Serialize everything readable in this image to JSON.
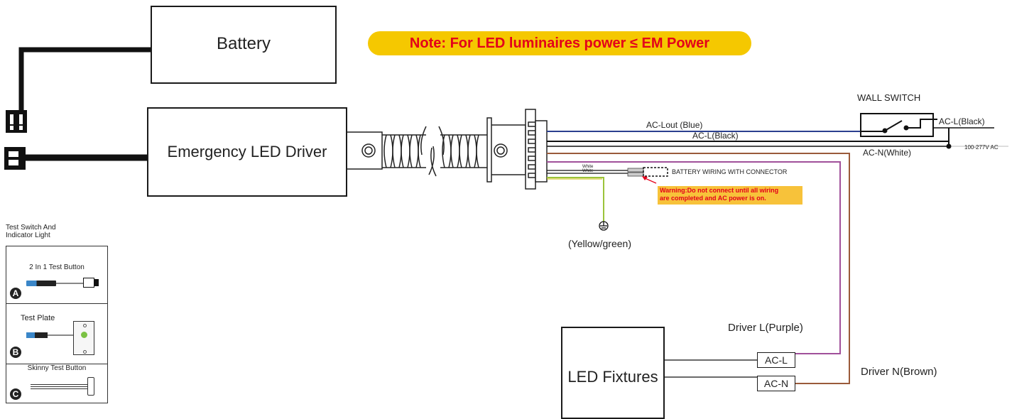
{
  "note": "Note: For LED luminaires power ≤ EM Power",
  "battery_label": "Battery",
  "driver_label": "Emergency LED Driver",
  "wall_switch": "WALL SWITCH",
  "wires": {
    "ac_lout": "AC-Lout (Blue)",
    "ac_l_black": "AC-L(Black)",
    "ac_l_black_right": "AC-L(Black)",
    "ac_n_white": "AC-N(White)",
    "voltage": "100-277V AC",
    "white1": "White",
    "white2": "White",
    "battery_wiring": "BATTERY WIRING WITH CONNECTOR",
    "ground": "(Yellow/green)"
  },
  "warning": {
    "line1": "Warning:Do not connect until all wiring",
    "line2": "are completed and AC power is on."
  },
  "fixtures": {
    "label": "LED Fixtures",
    "ac_l": "AC-L",
    "ac_n": "AC-N",
    "driver_l": "Driver L(Purple)",
    "driver_n": "Driver N(Brown)"
  },
  "test_panel": {
    "title_line1": "Test Switch And",
    "title_line2": "Indicator Light",
    "option_a_label": "2 In 1 Test Button",
    "option_a_letter": "A",
    "option_b_label": "Test Plate",
    "option_b_letter": "B",
    "option_c_label": "Skinny Test Button",
    "option_c_letter": "C"
  },
  "colors": {
    "note_bg": "#f5c800",
    "note_text": "#e3001b",
    "blue_wire": "#2b3f8f",
    "brown_wire": "#9a5a3a",
    "purple_wire": "#a0509a",
    "yellow_green_wire": "#9bc43a",
    "warning_bg": "#f7c23a",
    "warning_text": "#e3001b"
  }
}
